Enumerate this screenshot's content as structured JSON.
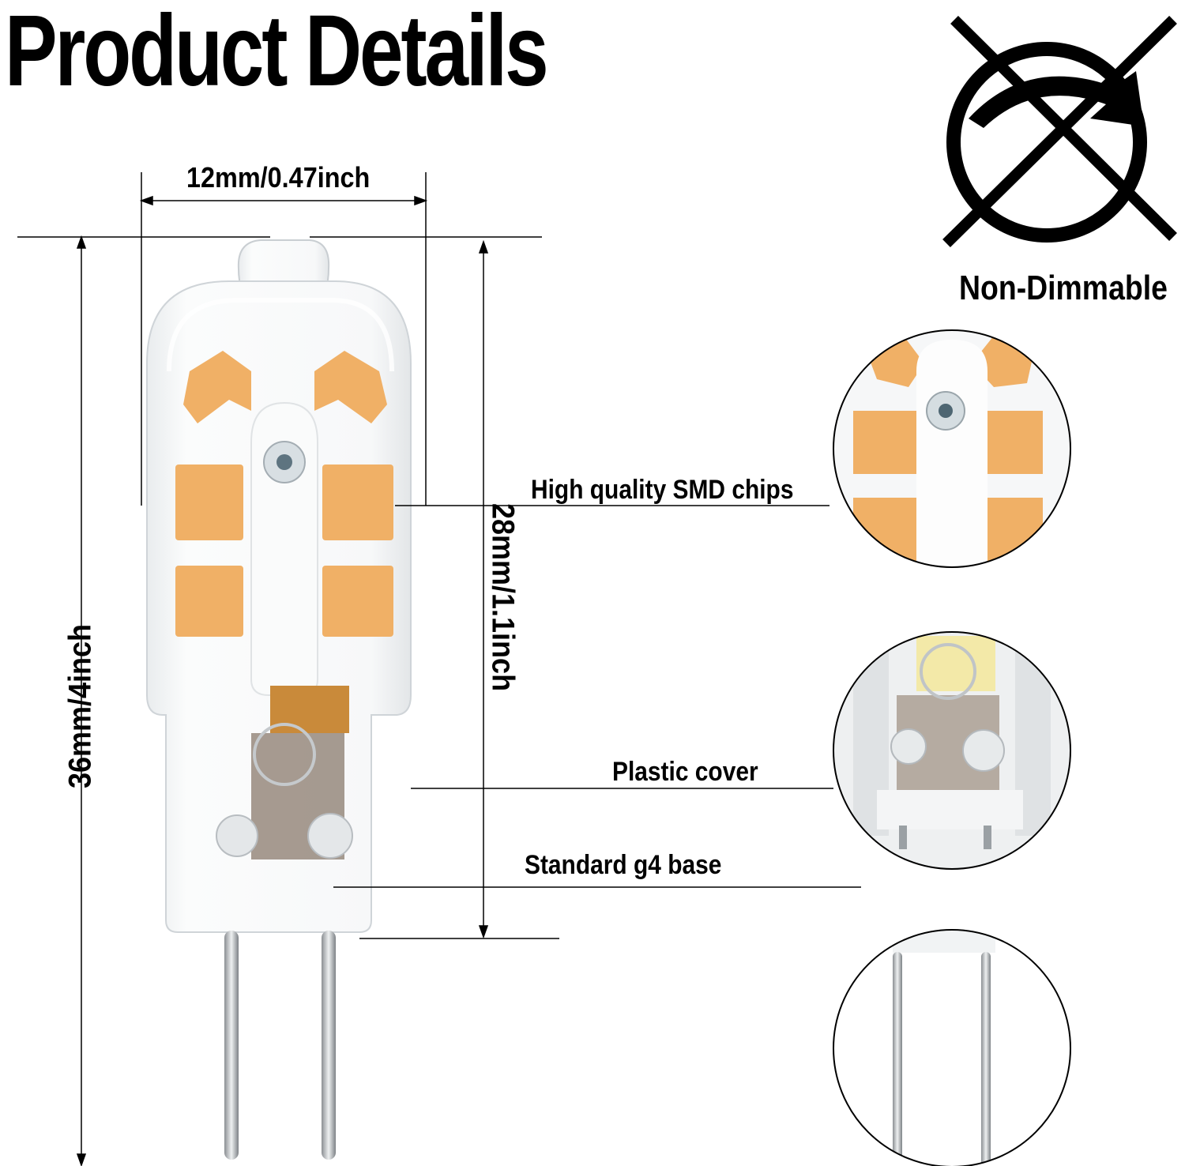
{
  "title": "Product Details",
  "dimensions": {
    "width": "12mm/0.47inch",
    "total_height": "36mm/4inch",
    "body_height": "28mm/1.1inch"
  },
  "badge": {
    "label": "Non-Dimmable",
    "icon": "non-dimmable-icon"
  },
  "callouts": [
    {
      "label": "High quality SMD chips"
    },
    {
      "label": "Plastic cover"
    },
    {
      "label": "Standard g4 base"
    }
  ],
  "colors": {
    "led_chip": "#f0b066",
    "text": "#000000",
    "background": "#ffffff"
  }
}
